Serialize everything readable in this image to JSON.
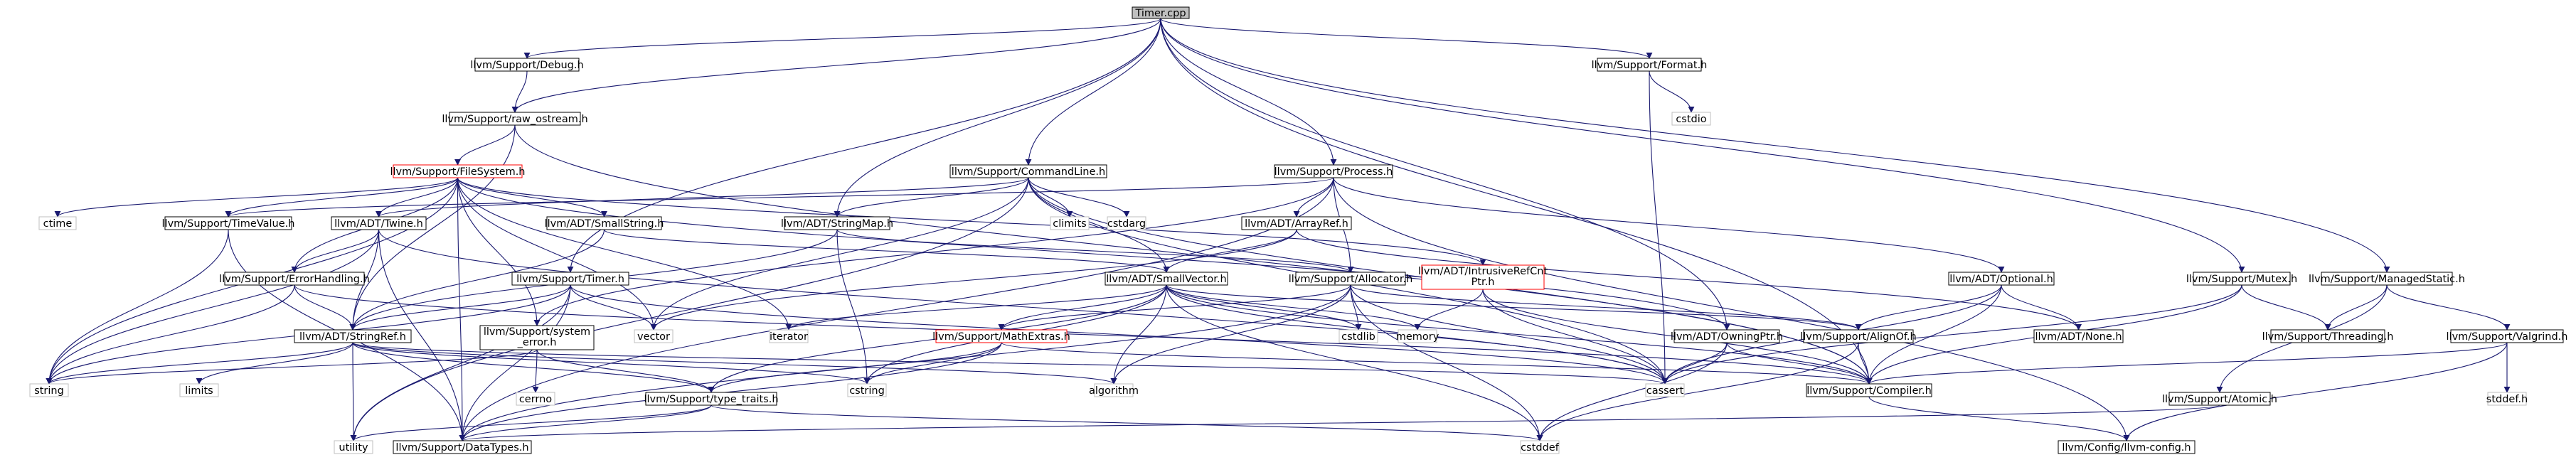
{
  "colors": {
    "edge": "#191970",
    "node_border": "#000000",
    "node_fill": "#ffffff",
    "root_fill": "#bfbfbf",
    "incomplete_border": "#ff0000",
    "system_border": "#bfbfbf",
    "system_text": "#000000"
  },
  "nodes": {
    "root": "Timer.cpp",
    "debug": "llvm/Support/Debug.h",
    "raw_ostream": "llvm/Support/raw_ostream.h",
    "format": "llvm/Support/Format.h",
    "cstdio": "cstdio",
    "filesystem": "llvm/Support/FileSystem.h",
    "commandline": "llvm/Support/CommandLine.h",
    "process": "llvm/Support/Process.h",
    "ctime": "ctime",
    "timevalue": "llvm/Support/TimeValue.h",
    "twine": "llvm/ADT/Twine.h",
    "smallstring": "llvm/ADT/SmallString.h",
    "stringmap": "llvm/ADT/StringMap.h",
    "climits": "climits",
    "cstdarg": "cstdarg",
    "arrayref": "llvm/ADT/ArrayRef.h",
    "intrusiverefcnt": "llvm/ADT/IntrusiveRefCnt\nPtr.h",
    "errorhandling": "llvm/Support/ErrorHandling.h",
    "timer": "llvm/Support/Timer.h",
    "smallvector": "llvm/ADT/SmallVector.h",
    "allocator": "llvm/Support/Allocator.h",
    "optional": "llvm/ADT/Optional.h",
    "mutex": "llvm/Support/Mutex.h",
    "managedstatic": "llvm/Support/ManagedStatic.h",
    "stringref": "llvm/ADT/StringRef.h",
    "system_error": "llvm/Support/system\n_error.h",
    "vector": "vector",
    "iterator": "iterator",
    "mathextras": "llvm/Support/MathExtras.h",
    "cstdlib": "cstdlib",
    "memory": "memory",
    "owningptr": "llvm/ADT/OwningPtr.h",
    "alignof": "llvm/Support/AlignOf.h",
    "none": "llvm/ADT/None.h",
    "threading": "llvm/Support/Threading.h",
    "valgrind": "llvm/Support/Valgrind.h",
    "string": "string",
    "limits": "limits",
    "cerrno": "cerrno",
    "type_traits": "llvm/Support/type_traits.h",
    "cstring": "cstring",
    "algorithm": "algorithm",
    "cassert": "cassert",
    "compiler": "llvm/Support/Compiler.h",
    "atomic": "llvm/Support/Atomic.h",
    "stddef": "stddef.h",
    "utility": "utility",
    "datatypes": "llvm/Support/DataTypes.h",
    "cstddef": "cstddef",
    "llvmconfig": "llvm/Config/llvm-config.h"
  }
}
